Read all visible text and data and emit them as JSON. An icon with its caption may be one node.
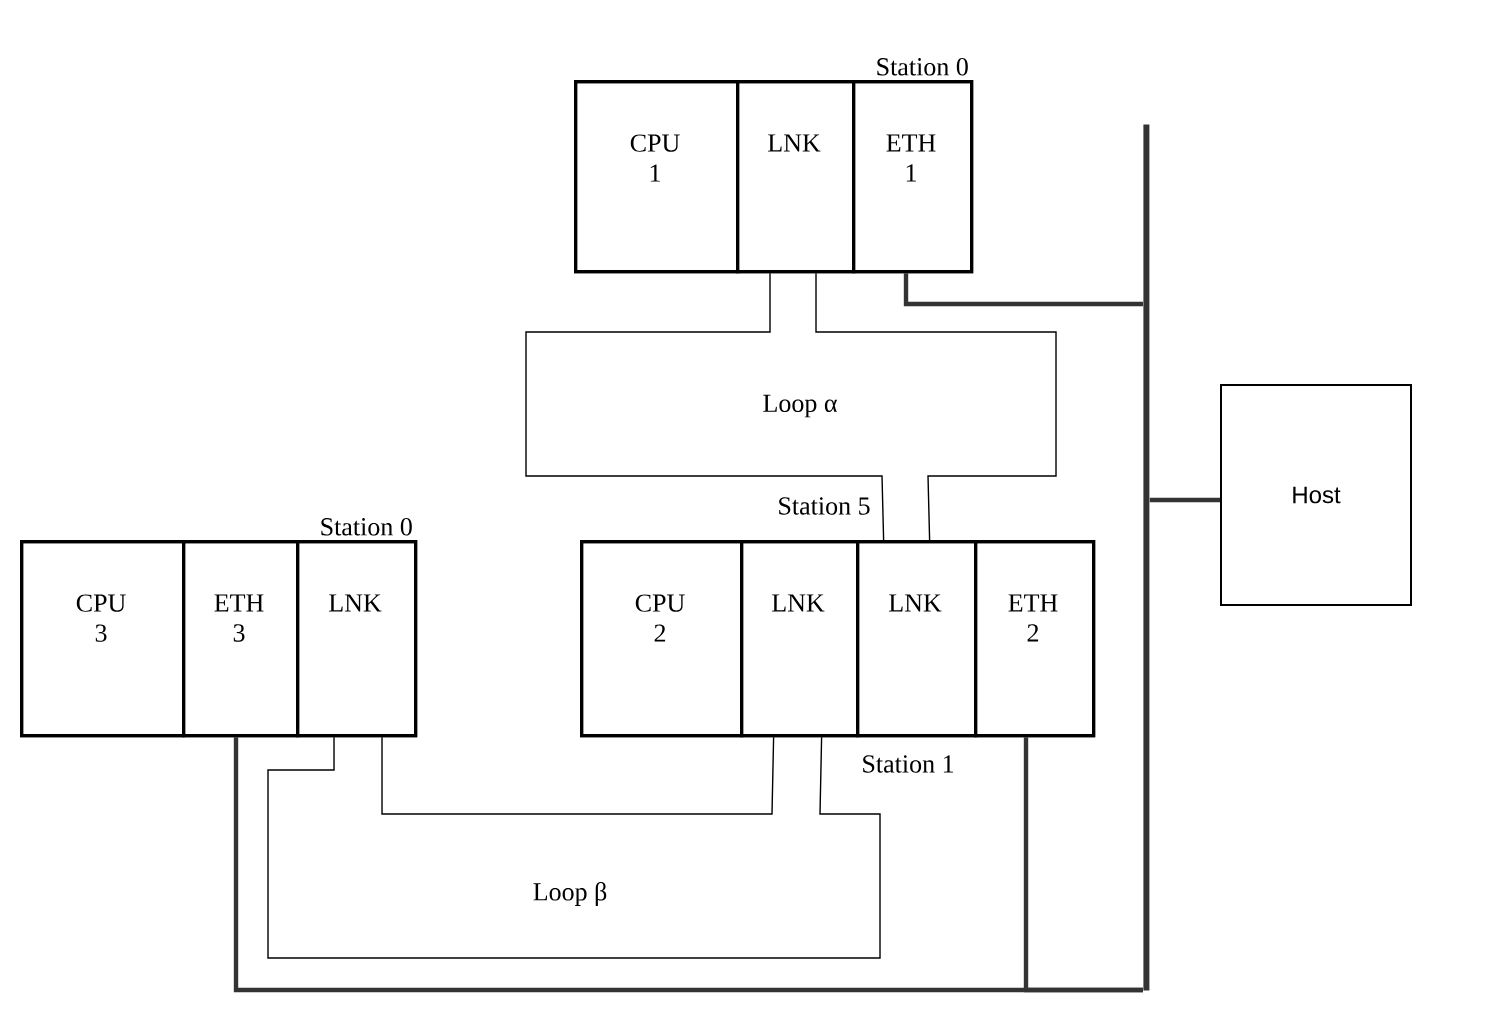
{
  "diagram": {
    "nodes": [
      {
        "text": [
          "Station 0"
        ]
      },
      {
        "text": [
          "CPU 1"
        ],
        "in": 0
      },
      {
        "text": [
          "LNK"
        ],
        "in": 0
      },
      {
        "text": [
          "ETH 1"
        ],
        "in": 0
      },
      {
        "text": [
          "Station 0"
        ]
      },
      {
        "text": [
          "CPU 3"
        ],
        "in": 4
      },
      {
        "text": [
          "ETH 3"
        ],
        "in": 4
      },
      {
        "text": [
          "LNK"
        ],
        "in": 4
      },
      {
        "text": [],
        "shape": "box"
      },
      {
        "text": [
          "CPU 2"
        ],
        "in": 8
      },
      {
        "text": [
          "LNK"
        ],
        "in": 8,
        "beside": [
          "Station 1"
        ]
      },
      {
        "text": [
          "LNK"
        ],
        "in": 8,
        "beside": [
          "Station 5"
        ]
      },
      {
        "text": [
          "ETH 2"
        ],
        "in": 8
      },
      {
        "text": [],
        "shape": "bar"
      },
      {
        "text": [
          "Host"
        ]
      }
    ],
    "edges": [
      {
        "from": 2,
        "to": 11,
        "arrow": "none"
      },
      {
        "from": 2,
        "to": 11,
        "arrow": "none"
      },
      {
        "from": 7,
        "to": 10,
        "arrow": "none"
      },
      {
        "from": 7,
        "to": 10,
        "arrow": "none"
      },
      {
        "from": 3,
        "to": 13,
        "arrow": "none",
        "style": "thick"
      },
      {
        "from": 6,
        "to": 13,
        "arrow": "none",
        "style": "thick"
      },
      {
        "from": 12,
        "to": 13,
        "arrow": "none",
        "style": "thick"
      },
      {
        "from": 14,
        "to": 13,
        "arrow": "none",
        "style": "thick"
      }
    ],
    "labels": [
      "Loop α",
      "Loop β"
    ]
  }
}
